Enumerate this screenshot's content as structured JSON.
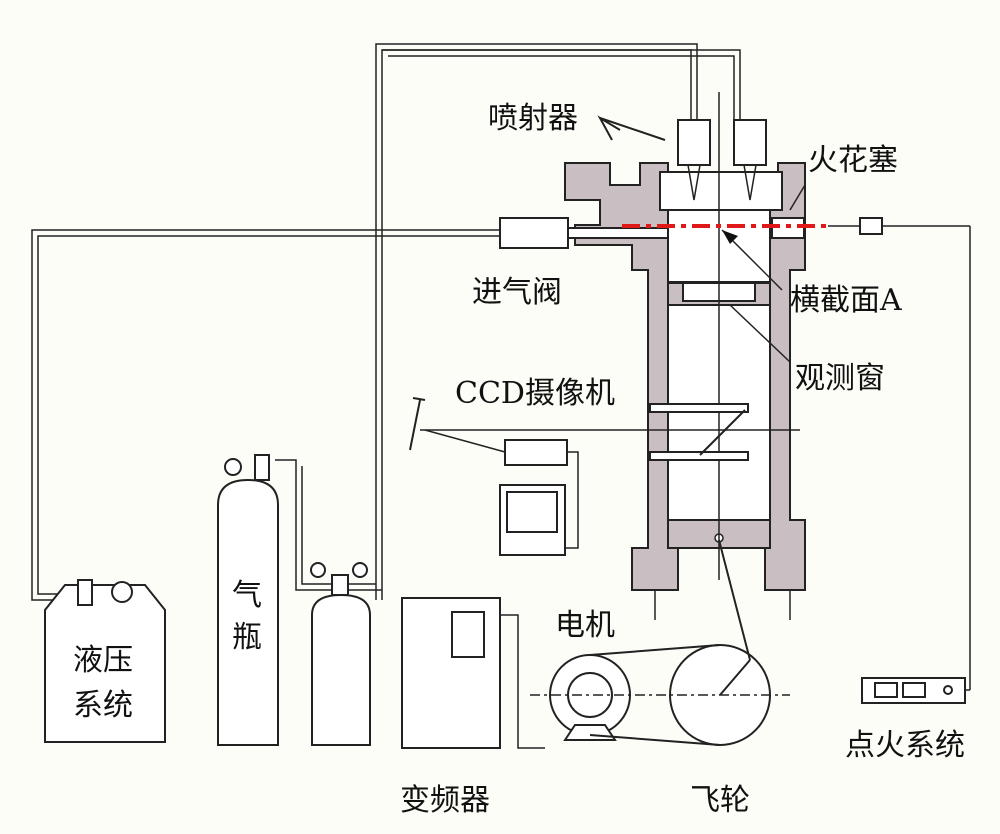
{
  "labels": {
    "injector": "喷射器",
    "spark_plug": "火花塞",
    "intake_valve": "进气阀",
    "cross_section": "横截面A",
    "observation_window": "观测窗",
    "ccd_camera": "CCD摄像机",
    "hydraulic_line1": "液压",
    "hydraulic_line2": "系统",
    "gas_bottle_line1": "气",
    "gas_bottle_line2": "瓶",
    "motor": "电机",
    "inverter": "变频器",
    "flywheel": "飞轮",
    "ignition_system": "点火系统"
  },
  "colors": {
    "engine_body": "#c9bec2",
    "cross_section_line": "#e01818"
  }
}
